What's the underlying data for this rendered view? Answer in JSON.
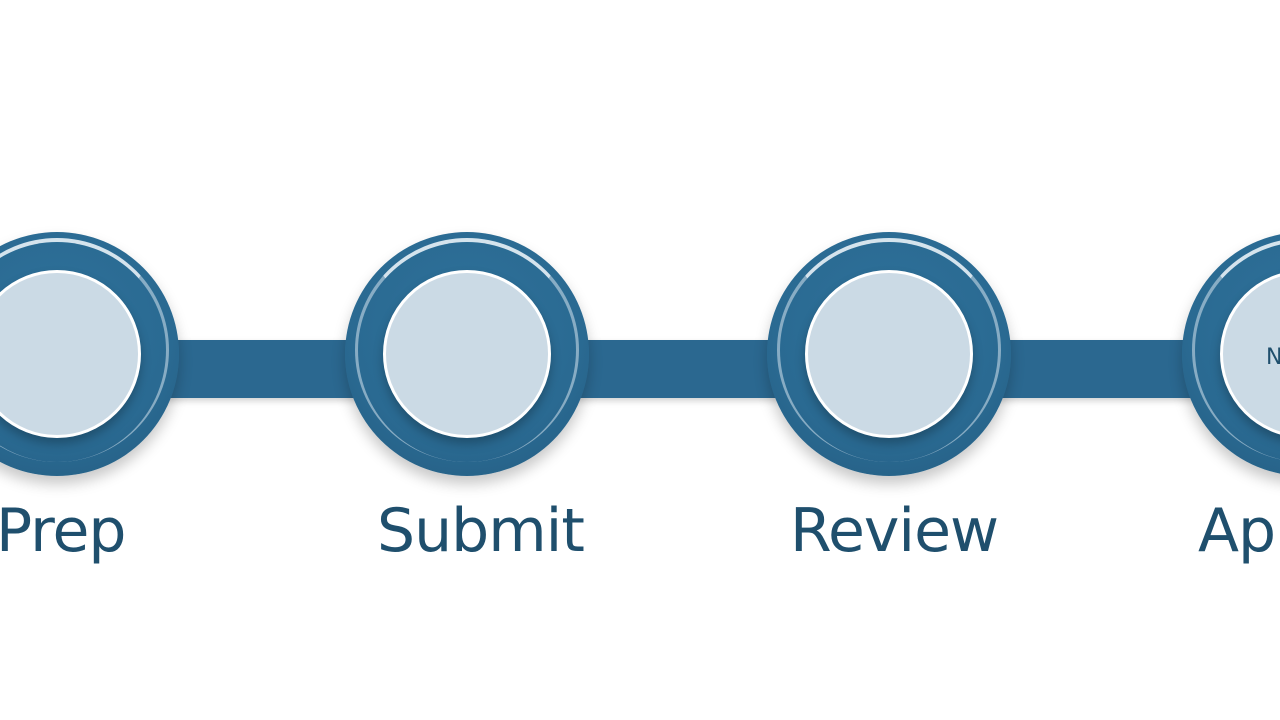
{
  "colors": {
    "connector": "#2b6890",
    "node_ring": "#2a6a92",
    "node_face": "#cbdae5",
    "label_text": "#1f4f6d",
    "background": "#ffffff"
  },
  "steps": [
    {
      "label": "Prep"
    },
    {
      "label": "Submit"
    },
    {
      "label": "Review"
    },
    {
      "label": "App",
      "face_text": "N"
    }
  ]
}
